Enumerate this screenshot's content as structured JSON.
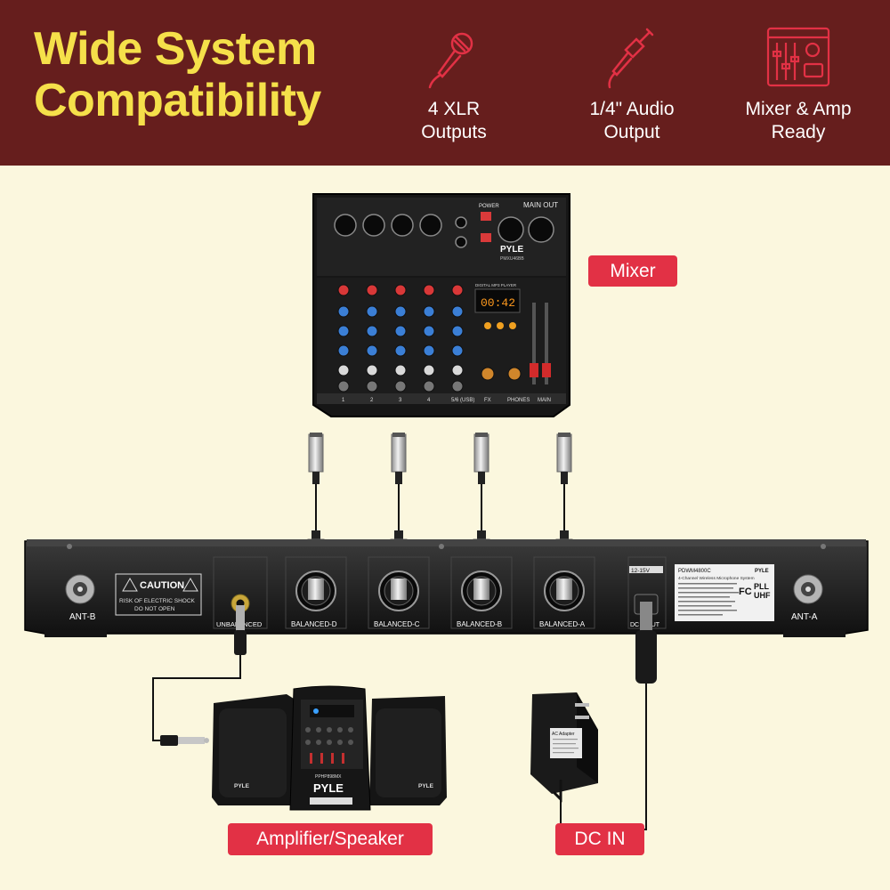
{
  "header": {
    "title_line1": "Wide System",
    "title_line2": "Compatibility",
    "features": [
      {
        "icon": "microphone-icon",
        "line1": "4 XLR",
        "line2": "Outputs"
      },
      {
        "icon": "audio-jack-icon",
        "line1": "1/4\" Audio",
        "line2": "Output"
      },
      {
        "icon": "mixer-icon",
        "line1": "Mixer & Amp",
        "line2": "Ready"
      }
    ]
  },
  "labels": {
    "mixer": "Mixer",
    "amplifier": "Amplifier/Speaker",
    "dc_in": "DC IN"
  },
  "receiver": {
    "ant_b": "ANT-B",
    "ant_a": "ANT-A",
    "caution": "CAUTION",
    "warning_line1": "RISK OF ELECTRIC SHOCK",
    "warning_line2": "DO NOT OPEN",
    "unbalanced": "UNBALANCED",
    "balanced": [
      "BALANCED-D",
      "BALANCED-C",
      "BALANCED-B",
      "BALANCED-A"
    ],
    "voltage": "12-15V",
    "dc_input": "DC INPUT",
    "model": "PDWM4800C",
    "brand": "PYLE",
    "description": "4-Channel Wireless Microphone System",
    "fc": "FC",
    "pll": "PLL",
    "uhf": "UHF"
  },
  "mixer": {
    "brand": "PYLE",
    "model": "PMXU46BB",
    "main_out": "MAIN OUT",
    "power": "POWER",
    "player_label": "DIGITAL MP3 PLAYER",
    "display": "00:42",
    "channels": [
      "1",
      "2",
      "3",
      "4",
      "5/6 (USB)",
      "FX",
      "PHONES",
      "MAIN"
    ]
  },
  "speaker": {
    "brand": "PYLE",
    "model": "PPHP898MX"
  },
  "adapter": {
    "label": "AC Adapter"
  },
  "colors": {
    "header_bg": "#661e1d",
    "headline": "#f5e04a",
    "accent_pill": "#e23145",
    "background": "#fbf7de"
  }
}
